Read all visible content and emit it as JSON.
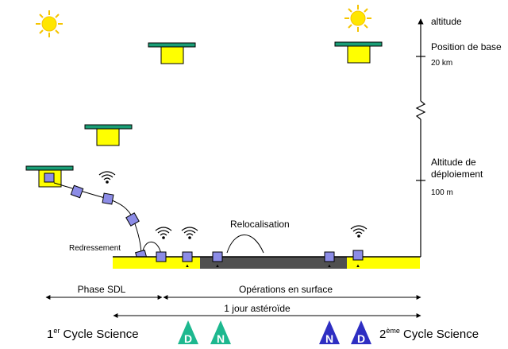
{
  "axis": {
    "title": "altitude",
    "base_label": "Position de base",
    "base_value": "20 km",
    "deploy_label_line1": "Altitude de",
    "deploy_label_line2": "déploiement",
    "deploy_value": "100 m"
  },
  "labels": {
    "redressement": "Redressement",
    "relocalisation": "Relocalisation"
  },
  "timeline": {
    "phase_sdl": "Phase SDL",
    "surface_ops": "Opérations en surface",
    "one_day": "1 jour astéroïde"
  },
  "cycles": {
    "first_number": "1",
    "first_sup": "er",
    "first_label": " Cycle Science",
    "second_number": "2",
    "second_sup": "ème",
    "second_label": " Cycle Science"
  },
  "markers": [
    {
      "letter": "D",
      "color": "#1db88f"
    },
    {
      "letter": "N",
      "color": "#1db88f"
    },
    {
      "letter": "N",
      "color": "#2e2ec2"
    },
    {
      "letter": "D",
      "color": "#2e2ec2"
    }
  ],
  "colors": {
    "ground_yellow": "#ffff00",
    "ground_dark": "#505050",
    "spacecraft_top": "#1a9e76",
    "spacecraft_body": "#ffff00",
    "lander": "#8c8ce6",
    "sun": "#ffe600"
  },
  "icons": [
    "sun-icon",
    "spacecraft-icon",
    "lander-icon",
    "signal-icon",
    "direction-marker"
  ]
}
